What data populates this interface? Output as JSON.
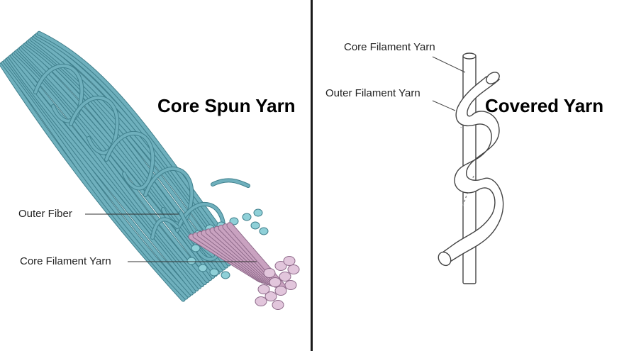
{
  "left": {
    "title": "Core Spun Yarn",
    "labels": {
      "outer_fiber": "Outer Fiber",
      "core_filament": "Core Filament Yarn"
    },
    "colors": {
      "outer": "#6fb0bd",
      "outer_dark": "#3f7f8c",
      "core": "#c9a2c0",
      "core_dark": "#8e6a8a"
    }
  },
  "right": {
    "title": "Covered Yarn",
    "labels": {
      "core_filament": "Core Filament Yarn",
      "outer_filament": "Outer Filament Yarn"
    },
    "colors": {
      "stroke": "#444444",
      "fill": "#ffffff"
    }
  }
}
